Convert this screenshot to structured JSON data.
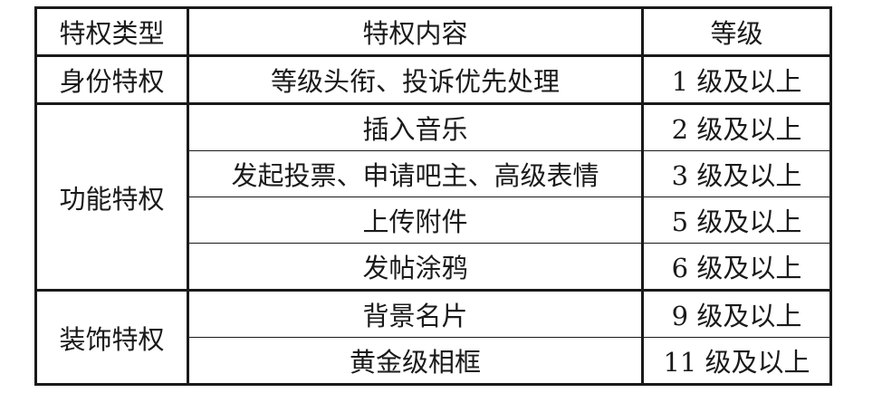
{
  "table": {
    "headers": [
      "特权类型",
      "特权内容",
      "等级"
    ],
    "groups": [
      {
        "type": "身份特权",
        "rows": [
          {
            "content": "等级头衔、投诉优先处理",
            "level": "1 级及以上"
          }
        ]
      },
      {
        "type": "功能特权",
        "rows": [
          {
            "content": "插入音乐",
            "level": "2 级及以上"
          },
          {
            "content": "发起投票、申请吧主、高级表情",
            "level": "3 级及以上"
          },
          {
            "content": "上传附件",
            "level": "5 级及以上"
          },
          {
            "content": "发帖涂鸦",
            "level": "6 级及以上"
          }
        ]
      },
      {
        "type": "装饰特权",
        "rows": [
          {
            "content": "背景名片",
            "level": "9 级及以上"
          },
          {
            "content": "黄金级相框",
            "level": "11 级及以上"
          }
        ]
      }
    ]
  }
}
